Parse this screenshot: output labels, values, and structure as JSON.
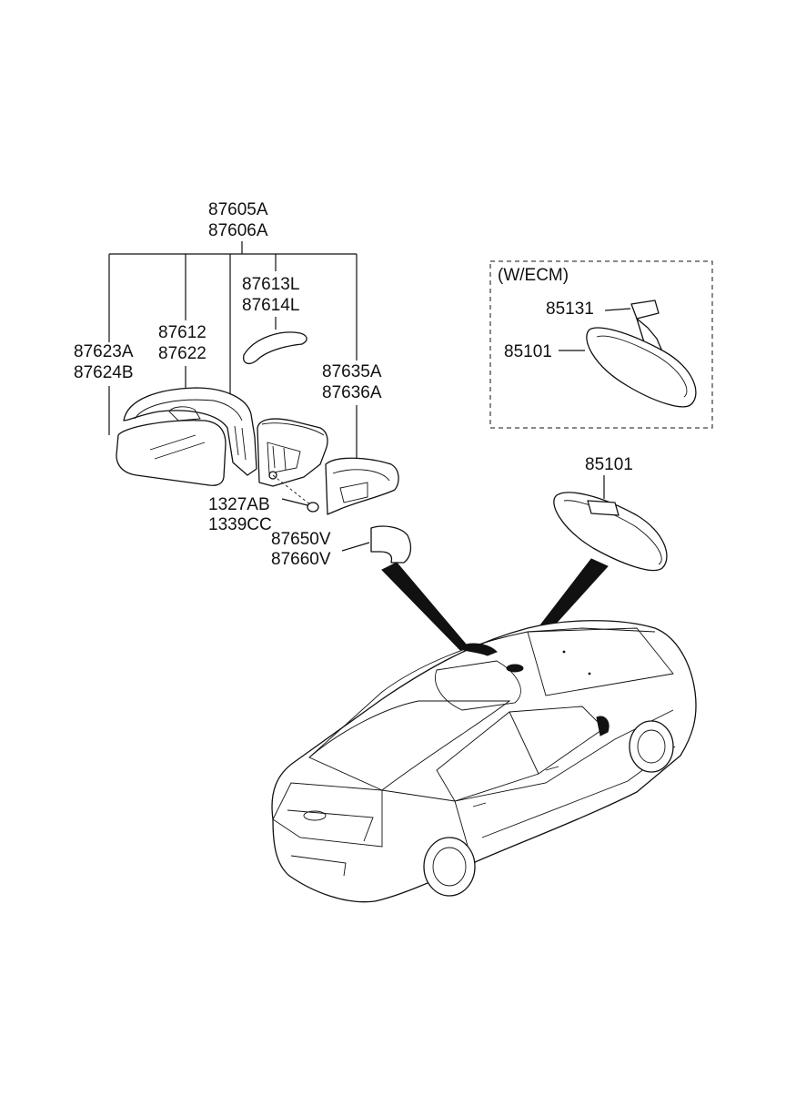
{
  "labels": {
    "assembly_1": "87605A",
    "assembly_2": "87606A",
    "cover_1": "87613L",
    "cover_2": "87614L",
    "housing_1": "87612",
    "housing_2": "87622",
    "glass_1": "87623A",
    "glass_2": "87624B",
    "cap_1": "87635A",
    "cap_2": "87636A",
    "screw_1": "1327AB",
    "screw_2": "1339CC",
    "trim_1": "87650V",
    "trim_2": "87660V",
    "ecm_title": "(W/ECM)",
    "ecm_bracket": "85131",
    "ecm_mirror": "85101",
    "inside_mirror": "85101"
  }
}
